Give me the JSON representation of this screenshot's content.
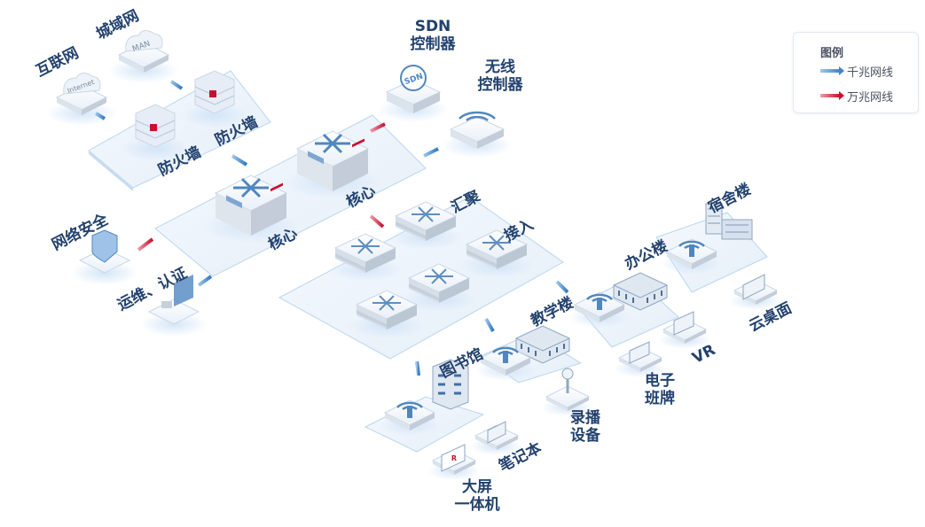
{
  "labels": {
    "internet": "互联网",
    "man": "城域网",
    "firewall_1": "防火墙",
    "firewall_2": "防火墙",
    "core_1": "核心",
    "core_2": "核心",
    "sdn_line1": "SDN",
    "sdn_line2": "控制器",
    "wireless_line1": "无线",
    "wireless_line2": "控制器",
    "security": "网络安全",
    "ops_auth": "运维、认证",
    "aggregation": "汇聚",
    "access": "接入",
    "dormitory": "宿舍楼",
    "office": "办公楼",
    "teaching": "教学楼",
    "library": "图书馆",
    "cloud_desktop": "云桌面",
    "vr": "VR",
    "eboard_line1": "电子",
    "eboard_line2": "班牌",
    "recording_line1": "录播",
    "recording_line2": "设备",
    "laptop": "笔记本",
    "bigscreen_line1": "大屏",
    "bigscreen_line2": "一体机"
  },
  "device_text": {
    "internet_cloud": "Internet",
    "man_cloud": "MAN",
    "sdn_badge": "SDN"
  },
  "legend": {
    "title": "图例",
    "gigabit": "千兆网线",
    "ten_gigabit": "万兆网线"
  },
  "colors": {
    "gigabit": "#3f86c8",
    "ten_gigabit": "#c8102e",
    "label": "#23426e",
    "platform": "#eef4fb",
    "platform_edge": "#b9d3ec"
  }
}
